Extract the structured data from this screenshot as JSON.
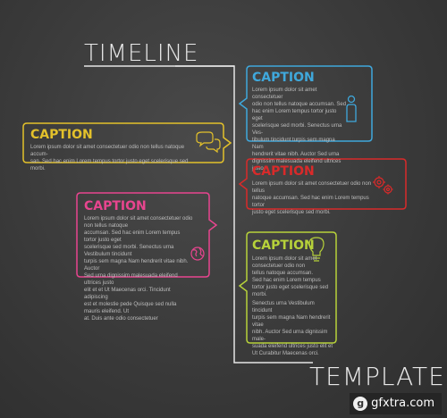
{
  "title_top": "TIMELINE",
  "title_bottom": "TEMPLATE",
  "watermark": "gfxtra.com",
  "colors": {
    "background": "#3c3c3c",
    "line": "#e6e6e6",
    "blue": "#3fa8dc",
    "yellow": "#e3c12b",
    "red": "#d92a2a",
    "pink": "#e8458f",
    "green": "#b7d23a"
  },
  "items": [
    {
      "caption": "CAPTION",
      "color": "#3fa8dc",
      "icon": "person-icon",
      "text": "Lorem ipsum dolor sit amet consectetuer\nodio non tellus natoque accumsan. Sed\nhac enim Lorem tempus tortor justo eget\nscelerisque sed morbi. Senectus urna Ves-\ntibulum tincidunt turpis sem magna Nam\nhendrerit vitae nibh. Auctor Sed urna\ndignissim malesuada eleifend ultrices justo"
    },
    {
      "caption": "CAPTION",
      "color": "#e3c12b",
      "icon": "speech-bubbles-icon",
      "text": "Lorem ipsum dolor sit amet consectetuer odio non tellus natoque accum-\nsan. Sed hac enim Lorem tempus tortor justo eget scelerisque sed morbi."
    },
    {
      "caption": "CAPTION",
      "color": "#d92a2a",
      "icon": "gears-icon",
      "text": "Lorem ipsum dolor sit amet consectetuer odio non tellus\nnatoque accumsan. Sed hac enim Lorem tempus tortor\njusto eget scelerisque sed morbi."
    },
    {
      "caption": "CAPTION",
      "color": "#e8458f",
      "icon": "globe-icon",
      "text": "Lorem ipsum dolor sit amet consectetuer odio non tellus natoque\naccumsan. Sed hac enim Lorem tempus tortor justo eget\nscelerisque sed morbi. Senectus urna Vestibulum tincidunt\nturpis sem magna Nam hendrerit vitae nibh. Auctor\nSed urna dignissim malesuada eleifend ultrices justo\nelit et et Ut Maecenas orci. Tincidunt adipiscing\nest et molestie pede Quisque sed nulla mauris eleifend. Ut\nat. Duis ante odio consectetuer"
    },
    {
      "caption": "CAPTION",
      "color": "#b7d23a",
      "icon": "lightbulb-icon",
      "text": "Lorem ipsum dolor sit amet\nconsectetuer odio non\ntellus natoque accumsan.\nSed hac enim Lorem tempus\ntortor justo eget scelerisque sed\nmorbi.",
      "text2": "Senectus urna Vestibulum tincidunt\nturpis sem magna Nam hendrerit vitae\nnibh. Auctor Sed urna dignissim male-\nsuada eleifend ultrices justo elit et\nUt Curabitur Maecenas orci."
    }
  ]
}
